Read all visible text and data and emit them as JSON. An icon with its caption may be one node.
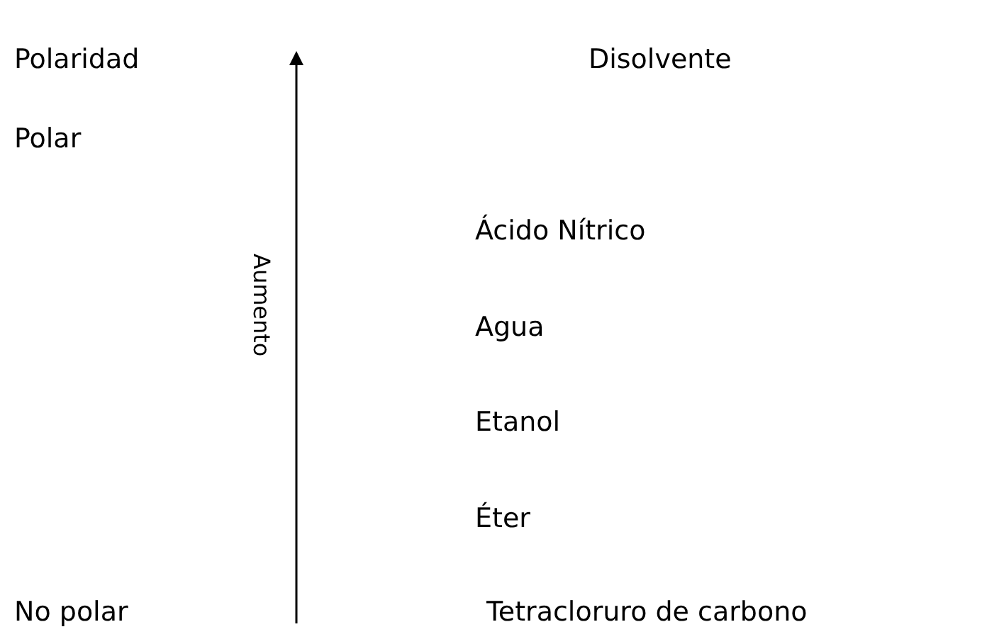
{
  "diagram": {
    "labels": [
      "Polaridad",
      "Disolvente",
      "Polar",
      "Aumento",
      "Ácido Nítrico",
      "Agua",
      "Etanol",
      "Éter",
      "No polar",
      "Tetracloruro de carbono"
    ]
  }
}
